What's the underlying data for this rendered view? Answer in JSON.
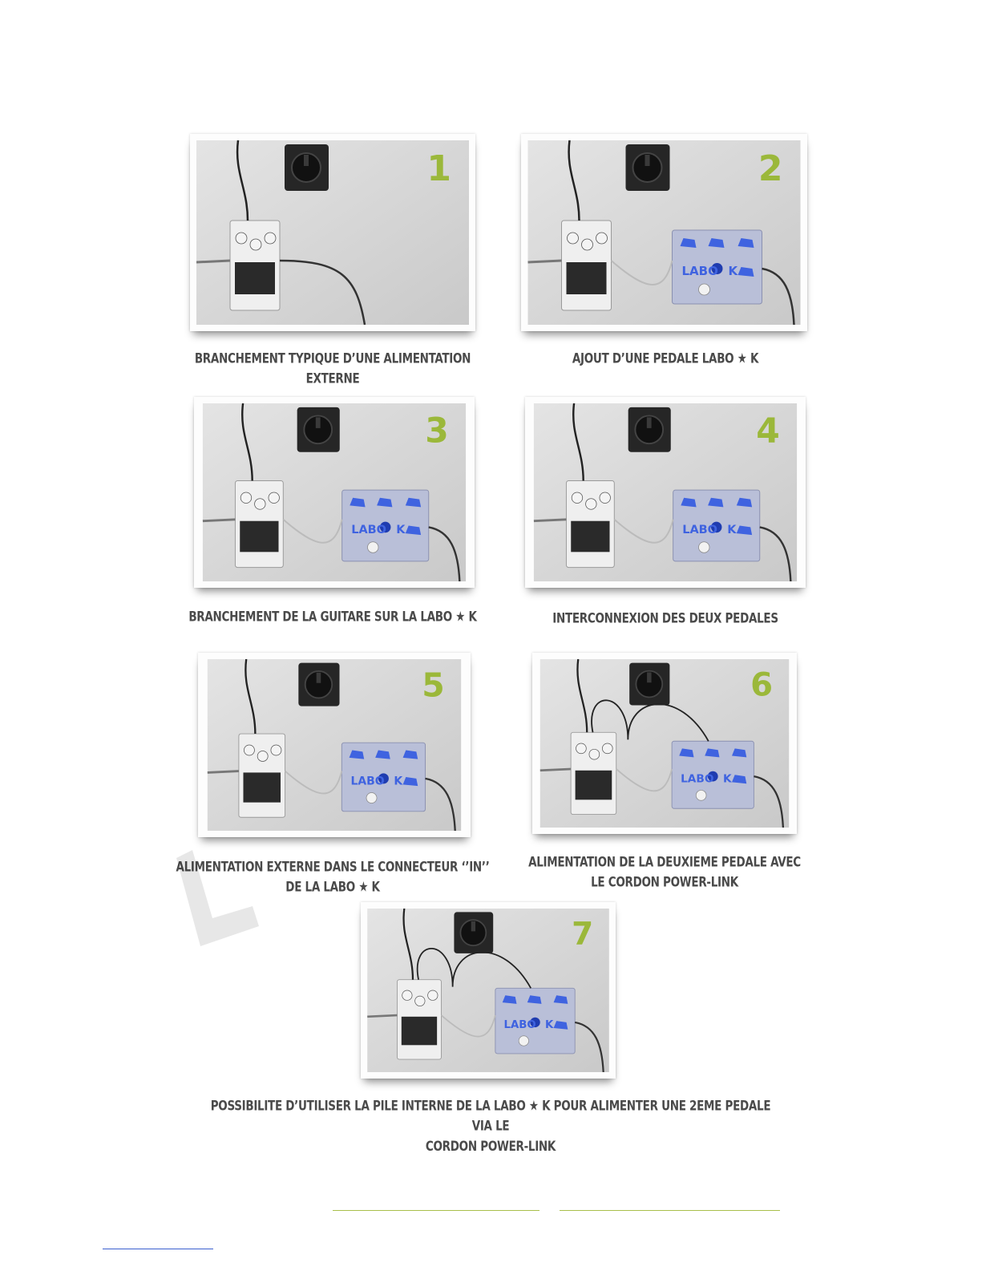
{
  "panels": [
    {
      "number": "1",
      "caption_lines": [
        "BRANCHEMENT TYPIQUE D’UNE ALIMENTATION EXTERNE"
      ],
      "has_labo": false,
      "power_link": false
    },
    {
      "number": "2",
      "caption_lines": [
        "AJOUT D’UNE PEDALE LABO ★ K"
      ],
      "has_labo": true,
      "power_link": false
    },
    {
      "number": "3",
      "caption_lines": [
        "BRANCHEMENT DE LA GUITARE SUR LA LABO ★ K"
      ],
      "has_labo": true,
      "power_link": false
    },
    {
      "number": "4",
      "caption_lines": [
        "INTERCONNEXION DES DEUX PEDALES"
      ],
      "has_labo": true,
      "power_link": false
    },
    {
      "number": "5",
      "caption_lines": [
        "ALIMENTATION EXTERNE DANS LE CONNECTEUR ‘’IN’’",
        "DE LA LABO ★ K"
      ],
      "has_labo": true,
      "power_link": false
    },
    {
      "number": "6",
      "caption_lines": [
        "ALIMENTATION DE LA DEUXIEME PEDALE AVEC",
        "LE CORDON POWER-LINK"
      ],
      "has_labo": true,
      "power_link": true
    },
    {
      "number": "7",
      "caption_lines": [
        "POSSIBILITE D’UTILISER LA PILE INTERNE DE LA LABO ★ K POUR ALIMENTER UNE 2EME PEDALE VIA LE",
        "CORDON POWER-LINK"
      ],
      "has_labo": true,
      "power_link": true
    }
  ],
  "labo_label_left": "LABO",
  "labo_label_right": "K",
  "colors": {
    "number": "#9bb83a",
    "labo_blue": "#3f63e0",
    "caption": "#4a4a4a",
    "footer_green": "#a9bf4b",
    "footer_blue": "#3a5fd0"
  }
}
